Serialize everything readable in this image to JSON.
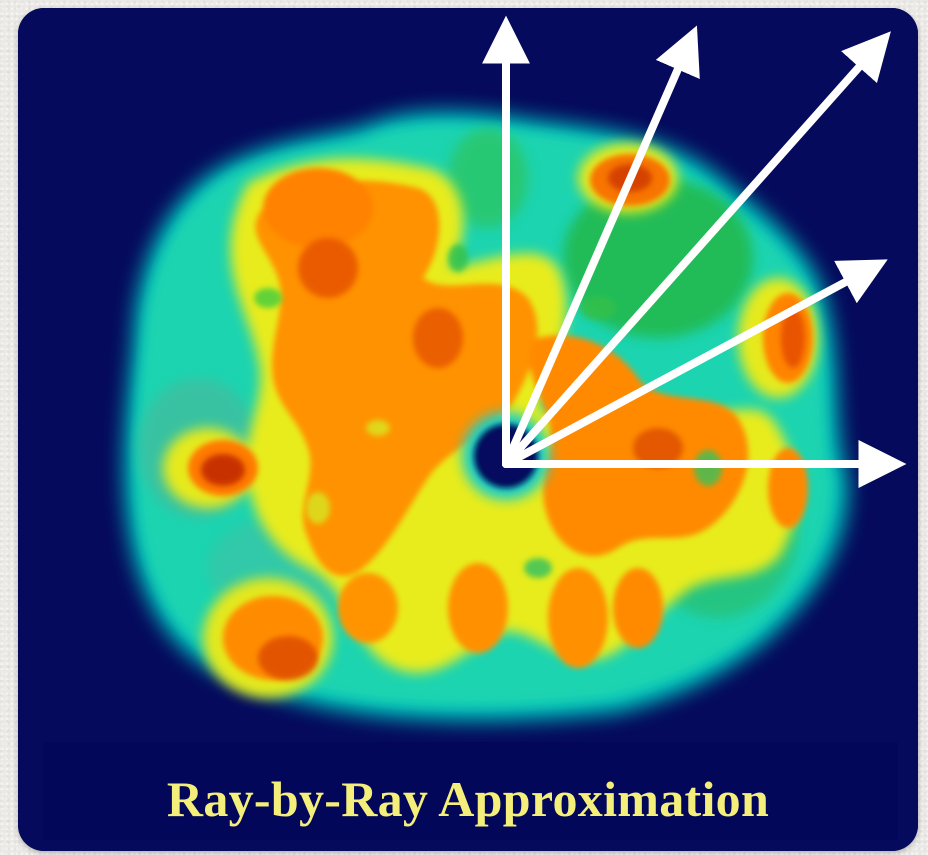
{
  "figure": {
    "caption": "Ray-by-Ray Approximation",
    "image_description_icon": "supernova-simulation-slice",
    "ray_count": 5,
    "colors": {
      "background": "#050a5c",
      "caption_text": "#f4ee7a",
      "arrow": "#ffffff",
      "palette": [
        "#0a0e63",
        "#00c8c8",
        "#22d19a",
        "#2fbf3c",
        "#e8f020",
        "#ff9a00",
        "#f25a00",
        "#b02200"
      ]
    }
  }
}
